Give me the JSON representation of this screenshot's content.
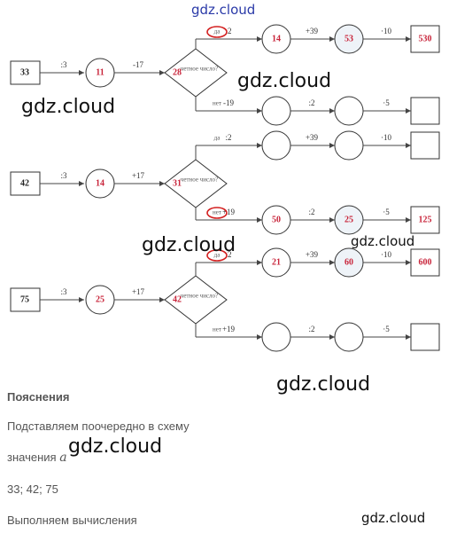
{
  "watermark": "gdz.cloud",
  "rows": [
    {
      "start": "33",
      "op1": ":3",
      "v1": "11",
      "op2": "-17",
      "v2": "28",
      "question": "четное число?",
      "yes_label": "да",
      "no_label": "нет",
      "yes_ops": [
        ":2",
        "+39",
        "·10"
      ],
      "yes_vals": [
        "14",
        "53",
        "530"
      ],
      "no_ops": [
        "-19",
        ":2",
        "·5"
      ],
      "no_vals": [
        "",
        "",
        ""
      ]
    },
    {
      "start": "42",
      "op1": ":3",
      "v1": "14",
      "op2": "+17",
      "v2": "31",
      "question": "четное число?",
      "yes_label": "да",
      "no_label": "нет",
      "yes_ops": [
        ":2",
        "+39",
        "·10"
      ],
      "yes_vals": [
        "",
        "",
        ""
      ],
      "no_ops": [
        "+19",
        ":2",
        "·5"
      ],
      "no_vals": [
        "50",
        "25",
        "125"
      ]
    },
    {
      "start": "75",
      "op1": ":3",
      "v1": "25",
      "op2": "+17",
      "v2": "42",
      "question": "четное число?",
      "yes_label": "да",
      "no_label": "нет",
      "yes_ops": [
        ":2",
        "+39",
        "·10"
      ],
      "yes_vals": [
        "21",
        "60",
        "600"
      ],
      "no_ops": [
        "+19",
        ":2",
        "·5"
      ],
      "no_vals": [
        "",
        "",
        ""
      ]
    }
  ],
  "explanation": {
    "title": "Пояснения",
    "line1": "Подставляем поочередно в схему",
    "line2_prefix": "значения",
    "variable": "a",
    "values": "33; 42; 75",
    "line4": "Выполняем вычисления"
  }
}
